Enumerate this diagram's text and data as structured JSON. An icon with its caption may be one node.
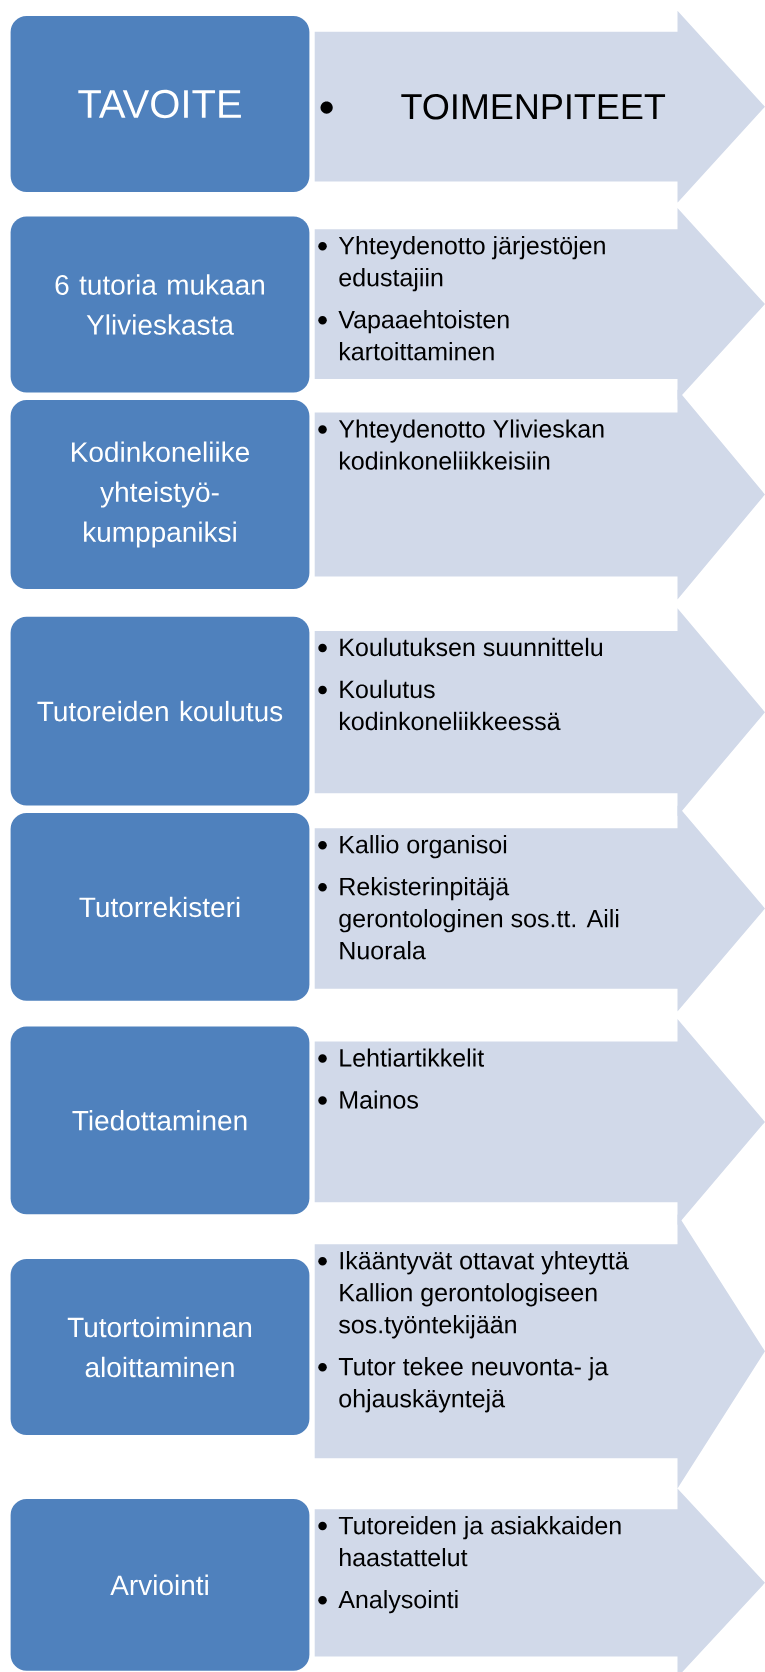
{
  "diagram": {
    "nodes": [
      {
        "text": [
          "TAVOITE"
        ]
      },
      {
        "text": [
          "TOIMENPITEET"
        ]
      },
      {
        "text": [
          "6 tutoria mukaan Ylivieskasta"
        ]
      },
      {
        "text": [
          "Yhteydenotto järjestöjen edustajiin",
          "Vapaaehtoisten kartoittaminen"
        ]
      },
      {
        "text": [
          "Kodinkoneliike yhteistyö- kumppaniksi"
        ]
      },
      {
        "text": [
          "Yhteydenotto Ylivieskan kodinkoneliikkeisiin"
        ]
      },
      {
        "text": [
          "Tutoreiden koulutus"
        ]
      },
      {
        "text": [
          "Koulutuksen suunnittelu",
          "Koulutus kodinkoneliikkeessä"
        ]
      },
      {
        "text": [
          "Tutorrekisteri"
        ]
      },
      {
        "text": [
          "Kallio organisoi",
          "Rekisterinpitäjä gerontologinen sos.tt. Aili Nuorala"
        ]
      },
      {
        "text": [
          "Tiedottaminen"
        ]
      },
      {
        "text": [
          "Lehtiartikkelit",
          "Mainos"
        ]
      },
      {
        "text": [
          "Tutortoiminnan aloittaminen"
        ]
      },
      {
        "text": [
          "Ikääntyvät ottavat yhteyttä Kallion gerontologiseen sos.työntekijään",
          "Tutor tekee neuvonta- ja ohjauskäyntejä"
        ]
      },
      {
        "text": [
          "Arviointi"
        ]
      },
      {
        "text": [
          "Tutoreiden ja asiakkaiden haastattelut",
          "Analysointi"
        ]
      }
    ]
  }
}
